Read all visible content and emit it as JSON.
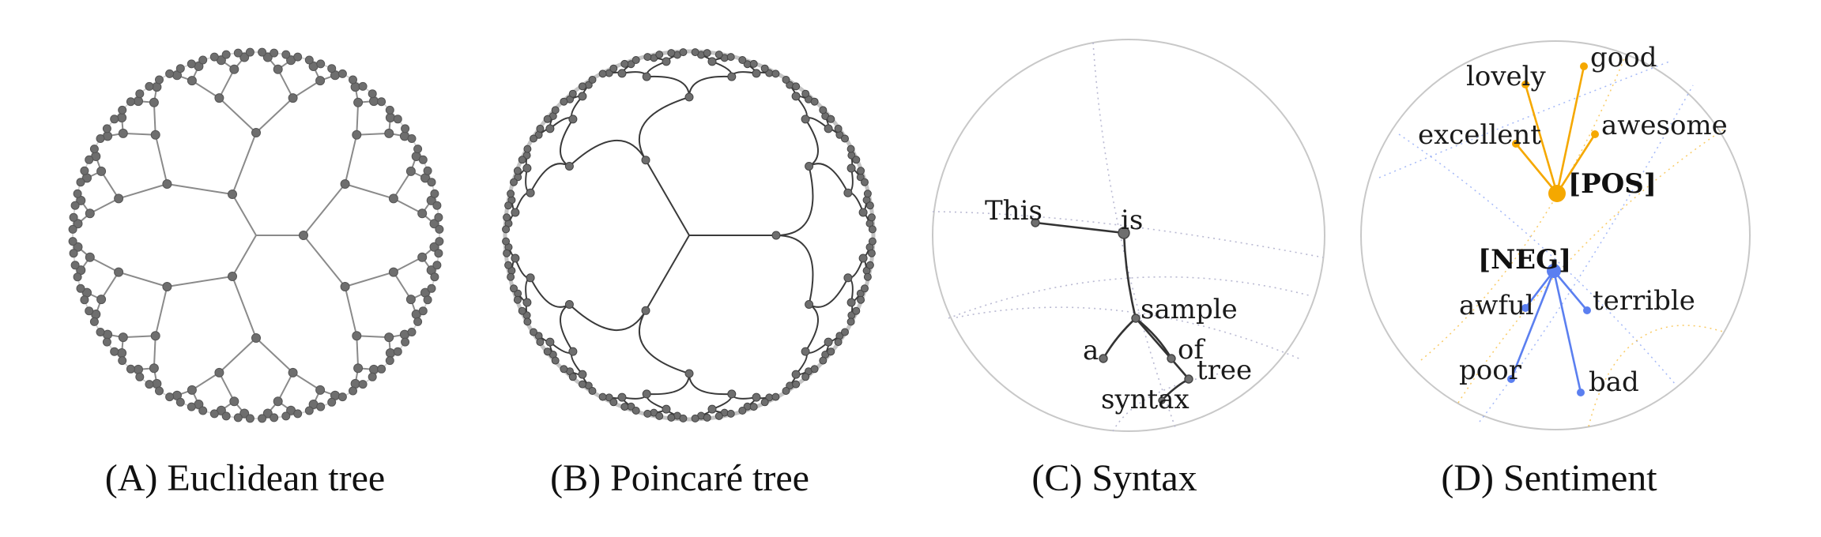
{
  "panels": [
    {
      "caption": "(A) Euclidean tree"
    },
    {
      "caption": "(B) Poincaré tree"
    },
    {
      "caption": "(C) Syntax"
    },
    {
      "caption": "(D) Sentiment"
    }
  ],
  "syntax": {
    "words": [
      "This",
      "is",
      "sample",
      "a",
      "of",
      "tree",
      "syntax"
    ]
  },
  "sentiment": {
    "positive_label": "[POS]",
    "negative_label": "[NEG]",
    "positive_words": [
      "lovely",
      "good",
      "excellent",
      "awesome"
    ],
    "negative_words": [
      "awful",
      "terrible",
      "poor",
      "bad"
    ]
  },
  "colors": {
    "circle": "#c8c8c8",
    "tree_edge_a": "#8a8a8a",
    "tree_edge_b": "#3a3a3a",
    "node": "#6e6e6e",
    "syntax_edge": "#333333",
    "positive": "#f5a800",
    "negative": "#5b7ff0",
    "guide": "#b9b9d2"
  }
}
